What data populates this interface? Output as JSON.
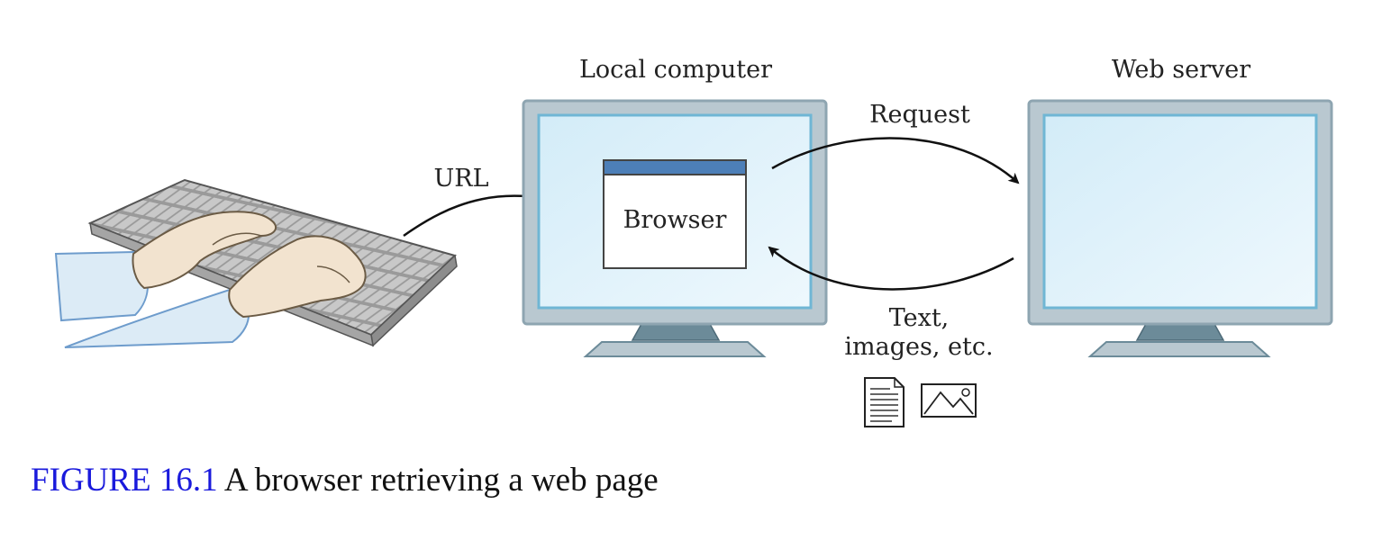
{
  "diagram": {
    "local_computer_label": "Local computer",
    "web_server_label": "Web server",
    "browser_label": "Browser",
    "url_label": "URL",
    "request_label": "Request",
    "response_label_line1": "Text,",
    "response_label_line2": "images, etc.",
    "icons": [
      "keyboard-with-hands",
      "document-icon",
      "image-icon"
    ]
  },
  "caption": {
    "figure_number": "FIGURE 16.1",
    "text": "A browser retrieving a web page"
  },
  "colors": {
    "monitor_frame": "#b9c8d0",
    "monitor_bezel": "#8ea5b1",
    "screen": "#d9eef8",
    "screen_border": "#6fb6d4",
    "browser_titlebar": "#4d7fb8",
    "caption_number": "#1a1adc"
  }
}
